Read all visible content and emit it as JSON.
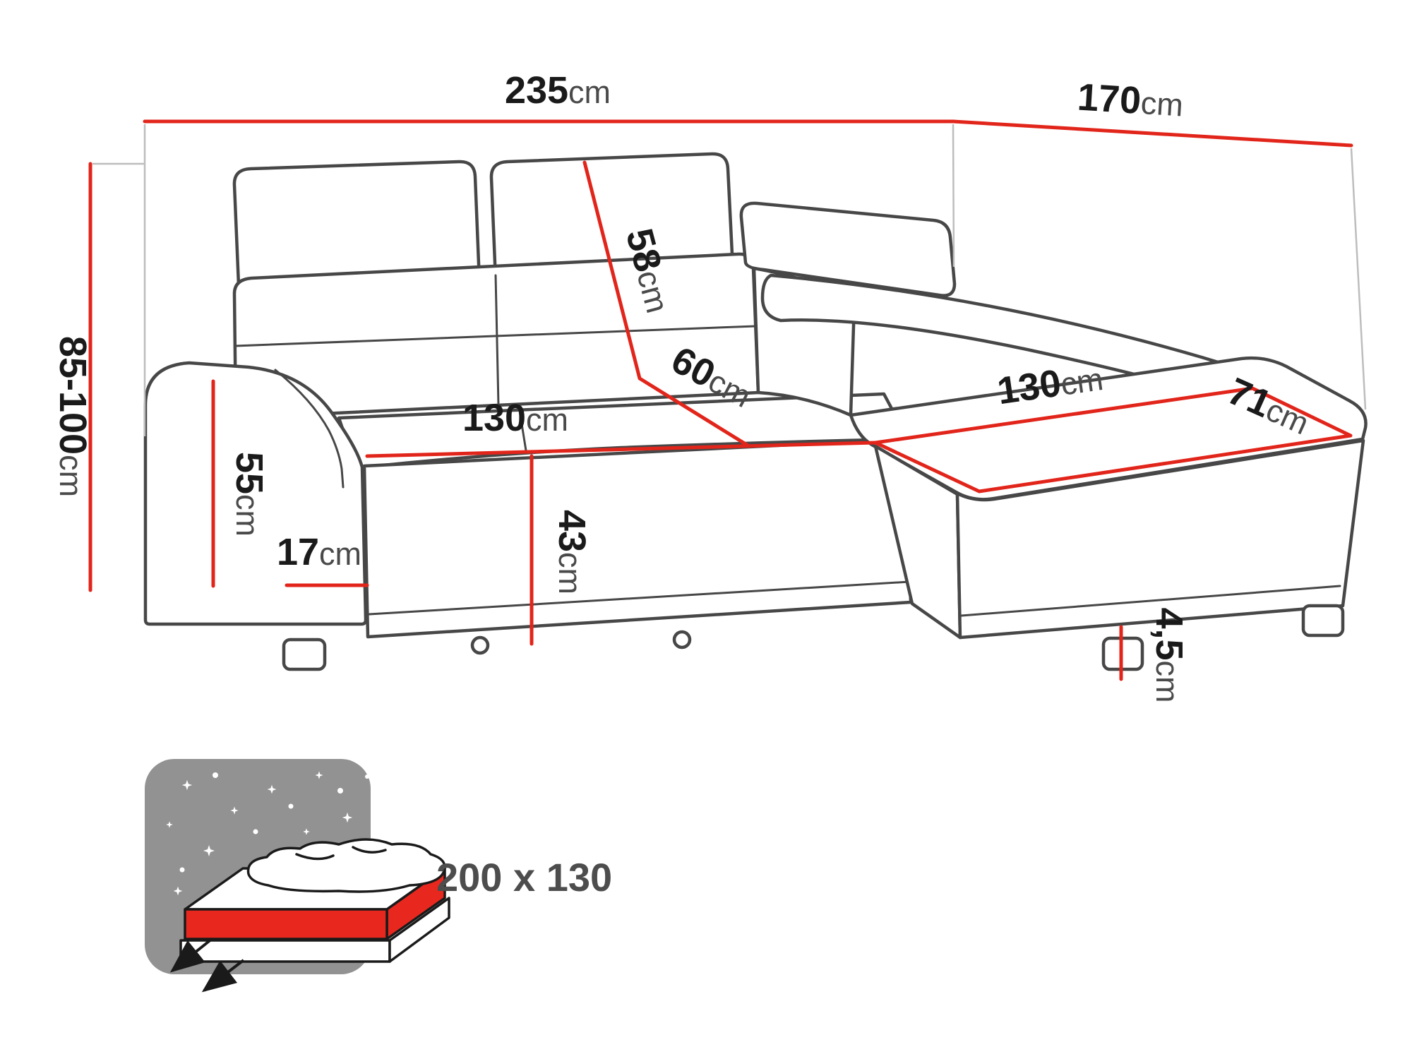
{
  "diagram": {
    "subject": "corner-sofa-dimension-diagram",
    "colors": {
      "dimension_line": "#e2251b",
      "outline": "#474747",
      "icon_background": "#929292",
      "mattress_accent": "#e8281e"
    },
    "dimensions": {
      "total_width": {
        "value": "235",
        "unit": "cm"
      },
      "total_depth": {
        "value": "170",
        "unit": "cm"
      },
      "overall_height": {
        "value": "85-100",
        "unit": "cm"
      },
      "backrest_height": {
        "value": "58",
        "unit": "cm"
      },
      "seat_depth": {
        "value": "60",
        "unit": "cm"
      },
      "seat_width": {
        "value": "130",
        "unit": "cm"
      },
      "seat_height": {
        "value": "43",
        "unit": "cm"
      },
      "armrest_height": {
        "value": "55",
        "unit": "cm"
      },
      "armrest_width": {
        "value": "17",
        "unit": "cm"
      },
      "chaise_length": {
        "value": "130",
        "unit": "cm"
      },
      "chaise_width": {
        "value": "71",
        "unit": "cm"
      },
      "leg_height": {
        "value": "4,5",
        "unit": "cm"
      }
    },
    "sleeping_area": {
      "label": "200 x 130"
    }
  }
}
